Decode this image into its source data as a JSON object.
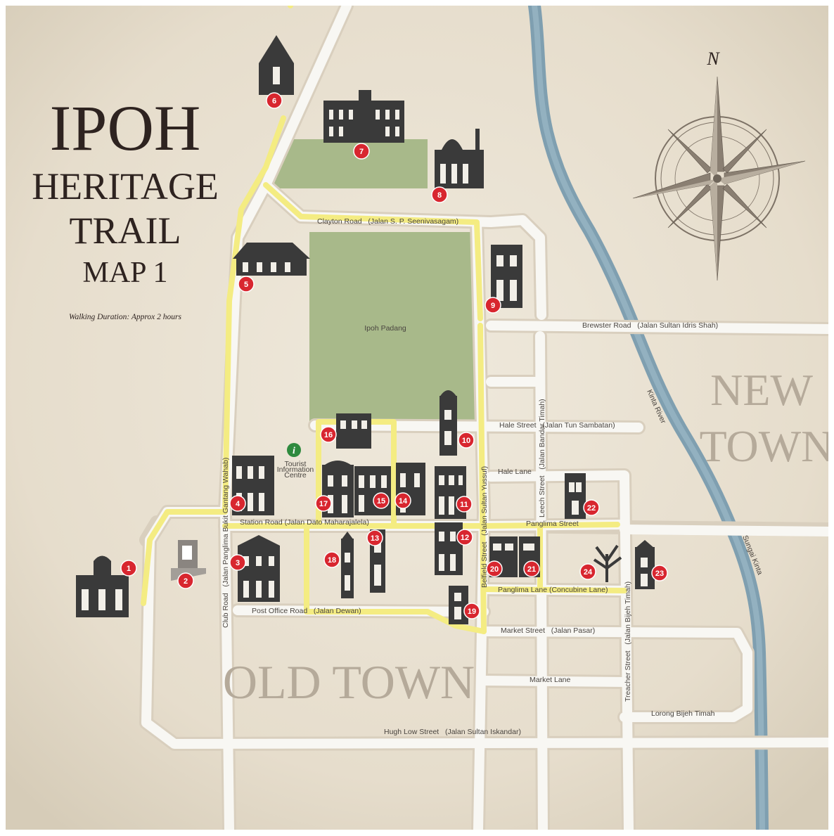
{
  "title": {
    "line1": "IPOH",
    "line2": "HERITAGE",
    "line3": "TRAIL",
    "line4": "MAP 1",
    "duration": "Walking Duration: Approx 2 hours"
  },
  "districts": {
    "new_town_1": "NEW",
    "new_town_2": "TOWN",
    "old_town": "OLD TOWN"
  },
  "compass": {
    "north_label": "N"
  },
  "park": {
    "label": "Ipoh Padang"
  },
  "river": {
    "label_1": "Kinta River",
    "label_2": "Sungai Kinta"
  },
  "tourist_info": {
    "icon": "i",
    "line1": "Tourist",
    "line2": "Information",
    "line3": "Centre"
  },
  "roads": {
    "clayton": "Clayton Road   (Jalan S. P. Seenivasagam)",
    "brewster": "Brewster Road   (Jalan Sultan Idris Shah)",
    "hale_street": "Hale Street   (Jalan Tun Sambatan)",
    "hale_lane": "Hale Lane",
    "station": "Station Road (Jalan Dato Maharajalela)",
    "panglima_street": "Panglima Street",
    "panglima_lane": "Panglima Lane (Concubine Lane)",
    "post_office": "Post Office Road   (Jalan Dewan)",
    "market_street": "Market Street   (Jalan Pasar)",
    "market_lane": "Market Lane",
    "lorong_bijeh": "Lorong Bijeh Timah",
    "hugh_low": "Hugh Low Street   (Jalan Sultan Iskandar)",
    "club_road": "Club Road   (Jalan Panglima Bukit Gantang Wahab)",
    "belfield": "Belfield Street   (Jalan Sultan Yussuf)",
    "leech": "Leech Street   (Jalan Bandar Timah)",
    "treacher": "Treacher Street   (Jalan Bijeh Timah)"
  },
  "markers": [
    "1",
    "2",
    "3",
    "4",
    "5",
    "6",
    "7",
    "8",
    "9",
    "10",
    "11",
    "12",
    "13",
    "14",
    "15",
    "16",
    "17",
    "18",
    "19",
    "20",
    "21",
    "22",
    "23",
    "24"
  ],
  "colors": {
    "trail": "#f4ec82",
    "road": "#f8f7f3",
    "park": "#a8b98a",
    "river": "#7f9fb0",
    "marker": "#d8262f",
    "paper": "#ebe3d4"
  }
}
